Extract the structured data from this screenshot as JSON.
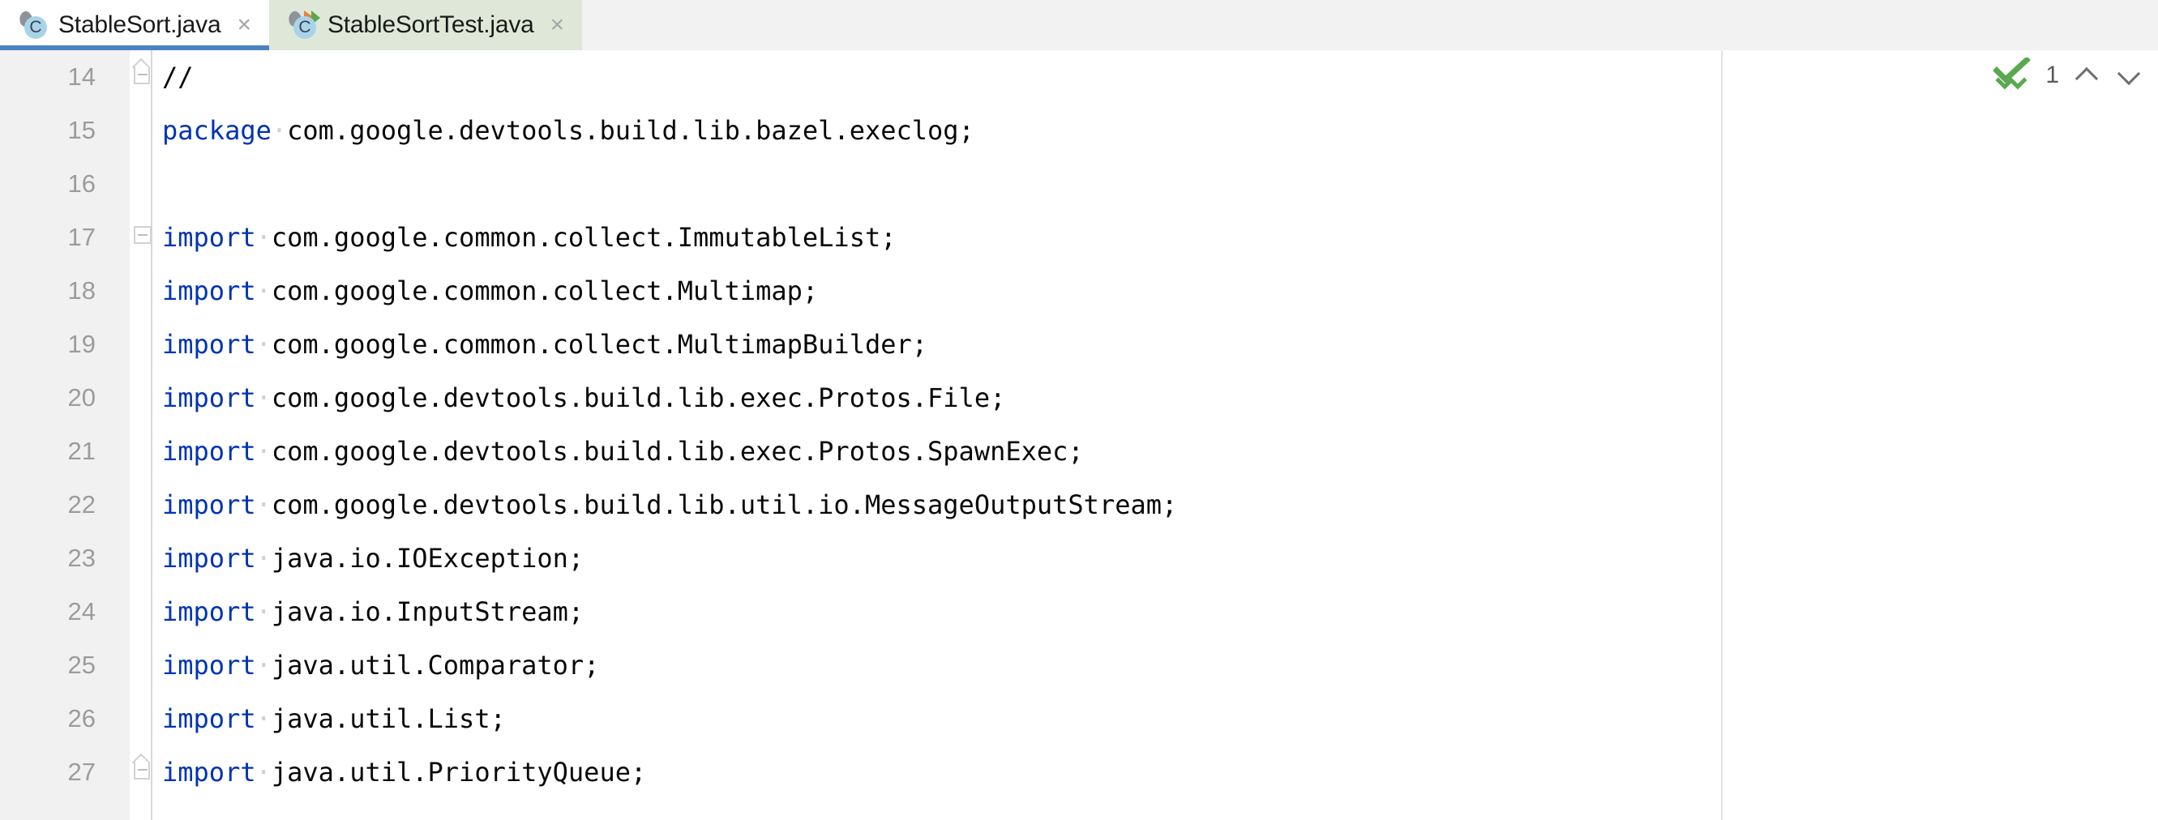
{
  "window": {
    "app": "IntelliJ IDEA Editor",
    "accent_blue": "#4a82c4",
    "keyword_color": "#0033b3",
    "comment_color": "#8c8c8c",
    "test_tab_bg": "#dfe8d8",
    "gutter_bg": "#f1f1f1",
    "inspection_green": "#5aa84f"
  },
  "tabs": [
    {
      "label": "StableSort.java",
      "icon": "java-class-icon",
      "close": "×",
      "active": true,
      "is_test": false
    },
    {
      "label": "StableSortTest.java",
      "icon": "java-test-class-icon",
      "close": "×",
      "active": false,
      "is_test": true
    }
  ],
  "inspection": {
    "icon": "inspection-ok-double-check-icon",
    "count": "1",
    "prev_icon": "chevron-up-icon",
    "next_icon": "chevron-down-icon"
  },
  "editor": {
    "language": "java",
    "lines": [
      {
        "num": "14",
        "fold": "end",
        "tokens": [
          {
            "t": "comment",
            "s": "//"
          }
        ]
      },
      {
        "num": "15",
        "fold": "none",
        "tokens": [
          {
            "t": "kw",
            "s": "package"
          },
          {
            "t": "ws",
            "s": "·"
          },
          {
            "t": "plain",
            "s": "com.google.devtools.build.lib.bazel.execlog;"
          }
        ]
      },
      {
        "num": "16",
        "fold": "none",
        "tokens": []
      },
      {
        "num": "17",
        "fold": "box",
        "tokens": [
          {
            "t": "kw",
            "s": "import"
          },
          {
            "t": "ws",
            "s": "·"
          },
          {
            "t": "plain",
            "s": "com.google.common.collect.ImmutableList;"
          }
        ]
      },
      {
        "num": "18",
        "fold": "none",
        "tokens": [
          {
            "t": "kw",
            "s": "import"
          },
          {
            "t": "ws",
            "s": "·"
          },
          {
            "t": "plain",
            "s": "com.google.common.collect.Multimap;"
          }
        ]
      },
      {
        "num": "19",
        "fold": "none",
        "tokens": [
          {
            "t": "kw",
            "s": "import"
          },
          {
            "t": "ws",
            "s": "·"
          },
          {
            "t": "plain",
            "s": "com.google.common.collect.MultimapBuilder;"
          }
        ]
      },
      {
        "num": "20",
        "fold": "none",
        "tokens": [
          {
            "t": "kw",
            "s": "import"
          },
          {
            "t": "ws",
            "s": "·"
          },
          {
            "t": "plain",
            "s": "com.google.devtools.build.lib.exec.Protos.File;"
          }
        ]
      },
      {
        "num": "21",
        "fold": "none",
        "tokens": [
          {
            "t": "kw",
            "s": "import"
          },
          {
            "t": "ws",
            "s": "·"
          },
          {
            "t": "plain",
            "s": "com.google.devtools.build.lib.exec.Protos.SpawnExec;"
          }
        ]
      },
      {
        "num": "22",
        "fold": "none",
        "tokens": [
          {
            "t": "kw",
            "s": "import"
          },
          {
            "t": "ws",
            "s": "·"
          },
          {
            "t": "plain",
            "s": "com.google.devtools.build.lib.util.io.MessageOutputStream;"
          }
        ]
      },
      {
        "num": "23",
        "fold": "none",
        "tokens": [
          {
            "t": "kw",
            "s": "import"
          },
          {
            "t": "ws",
            "s": "·"
          },
          {
            "t": "plain",
            "s": "java.io.IOException;"
          }
        ]
      },
      {
        "num": "24",
        "fold": "none",
        "tokens": [
          {
            "t": "kw",
            "s": "import"
          },
          {
            "t": "ws",
            "s": "·"
          },
          {
            "t": "plain",
            "s": "java.io.InputStream;"
          }
        ]
      },
      {
        "num": "25",
        "fold": "none",
        "tokens": [
          {
            "t": "kw",
            "s": "import"
          },
          {
            "t": "ws",
            "s": "·"
          },
          {
            "t": "plain",
            "s": "java.util.Comparator;"
          }
        ]
      },
      {
        "num": "26",
        "fold": "none",
        "tokens": [
          {
            "t": "kw",
            "s": "import"
          },
          {
            "t": "ws",
            "s": "·"
          },
          {
            "t": "plain",
            "s": "java.util.List;"
          }
        ]
      },
      {
        "num": "27",
        "fold": "end",
        "tokens": [
          {
            "t": "kw",
            "s": "import"
          },
          {
            "t": "ws",
            "s": "·"
          },
          {
            "t": "plain",
            "s": "java.util.PriorityQueue;"
          }
        ]
      }
    ]
  }
}
